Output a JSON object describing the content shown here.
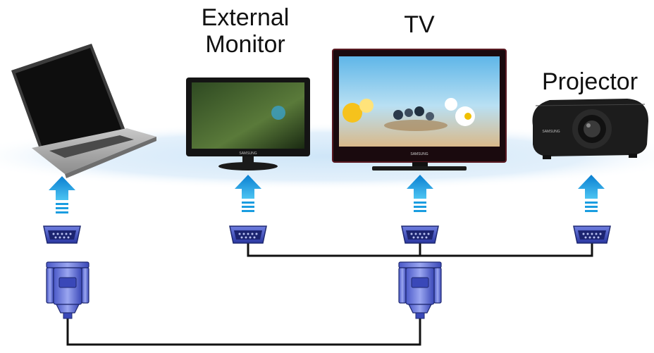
{
  "labels": {
    "external_monitor": "External\nMonitor",
    "tv": "TV",
    "projector": "Projector"
  },
  "brand_text": "SAMSUNG",
  "colors": {
    "arrow": "#1a9de0",
    "connector": "#2d3fb0",
    "cable": "#111111",
    "glow": "#cfe6f8"
  },
  "devices": [
    "laptop",
    "external-monitor",
    "tv",
    "projector"
  ],
  "icons": [
    "up-arrow-icon",
    "vga-port-icon",
    "vga-plug-icon"
  ]
}
